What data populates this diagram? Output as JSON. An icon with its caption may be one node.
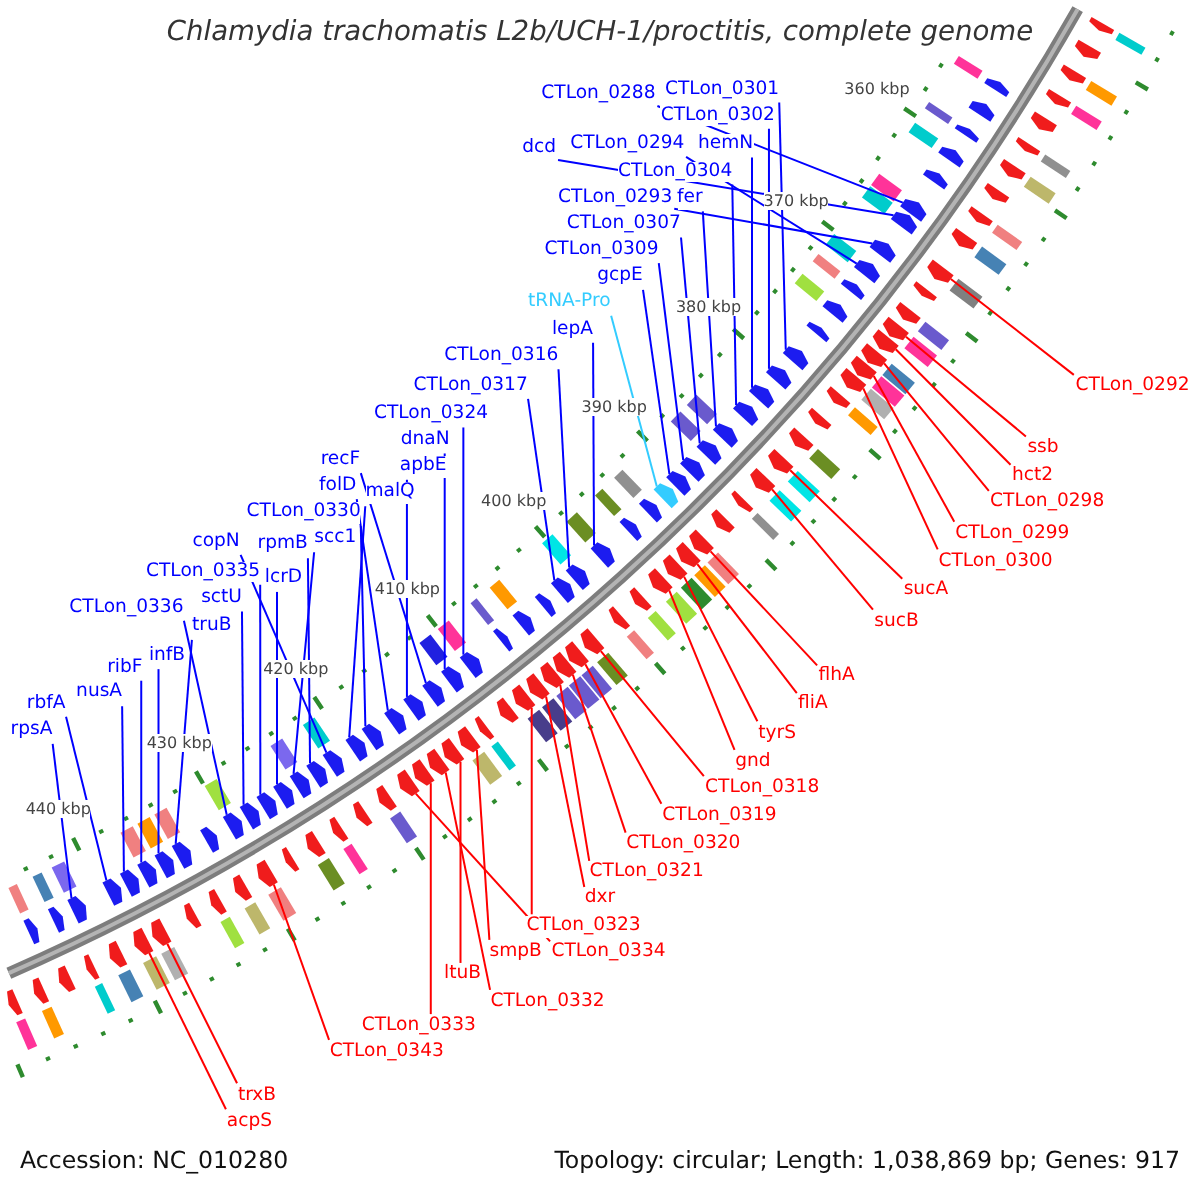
{
  "diagram": {
    "title": "Chlamydia trachomatis L2b/UCH-1/proctitis, complete genome",
    "nodes": [
      {
        "text": [
          "CTLon_0288"
        ]
      },
      {
        "text": [
          "dcd"
        ]
      },
      {
        "text": [
          "CTLon_0293"
        ]
      },
      {
        "text": [
          "CTLon_0294"
        ]
      },
      {
        "text": [
          "CTLon_0301"
        ]
      },
      {
        "text": [
          "fer"
        ]
      },
      {
        "text": [
          "CTLon_0302"
        ]
      },
      {
        "text": [
          "CTLon_0307"
        ]
      },
      {
        "text": [
          "hemN"
        ]
      },
      {
        "text": [
          "CTLon_0309"
        ]
      },
      {
        "text": [
          "CTLon_0304"
        ]
      },
      {
        "text": [
          "gcpE"
        ]
      },
      {
        "text": [
          "tRNA-Pro"
        ]
      },
      {
        "text": [
          "lepA"
        ]
      },
      {
        "text": [
          "CTLon_0316"
        ]
      },
      {
        "text": [
          "folD"
        ]
      },
      {
        "text": [
          "recF"
        ]
      },
      {
        "text": [
          "scc1"
        ]
      },
      {
        "text": [
          "CTLon_0317"
        ]
      },
      {
        "text": [
          "apbE"
        ]
      },
      {
        "text": [
          "lcrD"
        ]
      },
      {
        "text": [
          "CTLon_0324"
        ]
      },
      {
        "text": [
          "rpmB"
        ]
      },
      {
        "text": [
          "dnaN"
        ]
      },
      {
        "text": [
          "CTLon_0335"
        ]
      },
      {
        "text": [
          "sctU"
        ]
      },
      {
        "text": [
          "malQ"
        ]
      },
      {
        "text": [
          "CTLon_0330"
        ]
      },
      {
        "text": [
          "CTLon_0336"
        ]
      },
      {
        "text": [
          "truB"
        ]
      },
      {
        "text": [
          "copN"
        ]
      },
      {
        "text": [
          "infB"
        ]
      },
      {
        "text": [
          "ribF"
        ]
      },
      {
        "text": [
          "rbfA"
        ]
      },
      {
        "text": [
          "nusA"
        ]
      },
      {
        "text": [
          "rpsA"
        ]
      },
      {
        "text": [
          "CTLon_0292"
        ]
      },
      {
        "text": [
          "ssb"
        ]
      },
      {
        "text": [
          "hct2"
        ]
      },
      {
        "text": [
          "CTLon_0298"
        ]
      },
      {
        "text": [
          "CTLon_0299"
        ]
      },
      {
        "text": [
          "CTLon_0300"
        ]
      },
      {
        "text": [
          "sucA"
        ]
      },
      {
        "text": [
          "sucB"
        ]
      },
      {
        "text": [
          "flhA"
        ]
      },
      {
        "text": [
          "fliA"
        ]
      },
      {
        "text": [
          "tyrS"
        ]
      },
      {
        "text": [
          "gnd"
        ]
      },
      {
        "text": [
          "CTLon_0318"
        ]
      },
      {
        "text": [
          "dxr"
        ]
      },
      {
        "text": [
          "CTLon_0323"
        ]
      },
      {
        "text": [
          "CTLon_0319"
        ]
      },
      {
        "text": [
          "CTLon_0320"
        ]
      },
      {
        "text": [
          "smpB"
        ]
      },
      {
        "text": [
          "CTLon_0321"
        ]
      },
      {
        "text": [
          "ltuB"
        ]
      },
      {
        "text": [
          "CTLon_0332"
        ]
      },
      {
        "text": [
          "CTLon_0333"
        ]
      },
      {
        "text": [
          "CTLon_0334"
        ]
      },
      {
        "text": [
          "CTLon_0343"
        ]
      },
      {
        "text": [
          "trxB"
        ]
      },
      {
        "text": [
          "acpS"
        ]
      },
      {
        "text": [],
        "shape": "arrow"
      },
      {
        "text": [],
        "shape": "arrow"
      },
      {
        "text": [],
        "shape": "arrow"
      },
      {
        "text": [],
        "shape": "arrow"
      },
      {
        "text": [],
        "shape": "arrow"
      },
      {
        "text": [],
        "shape": "arrow"
      },
      {
        "text": [],
        "shape": "arrow"
      },
      {
        "text": [],
        "shape": "arrow"
      },
      {
        "text": [],
        "shape": "arrow"
      },
      {
        "text": [],
        "shape": "arrow"
      },
      {
        "text": [],
        "shape": "arrow"
      },
      {
        "text": [],
        "shape": "arrow"
      },
      {
        "text": [],
        "shape": "arrow"
      },
      {
        "text": [],
        "shape": "arrow"
      },
      {
        "text": [],
        "shape": "arrow"
      },
      {
        "text": [],
        "shape": "arrow"
      },
      {
        "text": [],
        "shape": "arrow"
      },
      {
        "text": [],
        "shape": "arrow"
      },
      {
        "text": [],
        "shape": "arrow"
      },
      {
        "text": [],
        "shape": "arrow"
      },
      {
        "text": [],
        "shape": "arrow"
      },
      {
        "text": [],
        "shape": "arrow"
      },
      {
        "text": [],
        "shape": "arrow"
      },
      {
        "text": [],
        "shape": "arrow"
      },
      {
        "text": [],
        "shape": "arrow"
      },
      {
        "text": [],
        "shape": "arrow"
      },
      {
        "text": [],
        "shape": "arrow"
      },
      {
        "text": [],
        "shape": "arrow"
      },
      {
        "text": [],
        "shape": "arrow"
      },
      {
        "text": [],
        "shape": "arrow"
      },
      {
        "text": [],
        "shape": "arrow"
      },
      {
        "text": [],
        "shape": "arrow"
      },
      {
        "text": [],
        "shape": "arrow"
      },
      {
        "text": [],
        "shape": "arrow"
      },
      {
        "text": [],
        "shape": "arrow"
      },
      {
        "text": [],
        "shape": "arrow"
      },
      {
        "text": [],
        "shape": "arrow"
      },
      {
        "text": [],
        "shape": "arrow"
      },
      {
        "text": [],
        "shape": "arrow"
      },
      {
        "text": [],
        "shape": "arrow"
      },
      {
        "text": [],
        "shape": "arrow"
      },
      {
        "text": [],
        "shape": "arrow"
      },
      {
        "text": [],
        "shape": "arrow"
      },
      {
        "text": [],
        "shape": "arrow"
      },
      {
        "text": [],
        "shape": "arrow"
      },
      {
        "text": [],
        "shape": "arrow"
      },
      {
        "text": [],
        "shape": "arrow"
      },
      {
        "text": [],
        "shape": "arrow"
      },
      {
        "text": [],
        "shape": "arrow"
      },
      {
        "text": [],
        "shape": "arrow"
      },
      {
        "text": [],
        "shape": "arrow"
      },
      {
        "text": [],
        "shape": "arrow"
      },
      {
        "text": [],
        "shape": "arrow"
      },
      {
        "text": [],
        "shape": "arrow"
      },
      {
        "text": [],
        "shape": "arrow"
      },
      {
        "text": [],
        "shape": "arrow"
      },
      {
        "text": [],
        "shape": "arrow"
      },
      {
        "text": [],
        "shape": "arrow"
      },
      {
        "text": [],
        "shape": "arrow"
      },
      {
        "text": [],
        "shape": "arrow"
      },
      {
        "text": [],
        "shape": "arrow"
      },
      {
        "text": [],
        "shape": "arrow"
      },
      {
        "text": [],
        "shape": "arrow"
      },
      {
        "text": [],
        "shape": "arrow"
      },
      {
        "text": [],
        "shape": "arrow"
      },
      {
        "text": [],
        "shape": "arrow"
      },
      {
        "text": [],
        "shape": "arrow"
      },
      {
        "text": [],
        "shape": "arrow"
      },
      {
        "text": [],
        "shape": "arrow"
      },
      {
        "text": [],
        "shape": "arrow"
      },
      {
        "text": [],
        "shape": "arrow"
      },
      {
        "text": [],
        "shape": "arrow"
      },
      {
        "text": [],
        "shape": "arrow"
      },
      {
        "text": [],
        "shape": "arrow"
      },
      {
        "text": [],
        "shape": "arrow"
      },
      {
        "text": [],
        "shape": "arrow"
      },
      {
        "text": [],
        "shape": "arrow"
      },
      {
        "text": [],
        "shape": "arrow"
      },
      {
        "text": [],
        "shape": "arrow"
      },
      {
        "text": [],
        "shape": "arrow"
      },
      {
        "text": [],
        "shape": "arrow"
      },
      {
        "text": [],
        "shape": "arrow"
      },
      {
        "text": [],
        "shape": "arrow"
      },
      {
        "text": [],
        "shape": "arrow"
      },
      {
        "text": [],
        "shape": "arrow"
      },
      {
        "text": [],
        "shape": "arrow"
      },
      {
        "text": [],
        "shape": "arrow"
      },
      {
        "text": [],
        "shape": "arrow"
      },
      {
        "text": [],
        "shape": "arrow"
      },
      {
        "text": [],
        "shape": "arrow"
      },
      {
        "text": [],
        "shape": "arrow"
      },
      {
        "text": [],
        "shape": "arrow"
      },
      {
        "text": [],
        "shape": "arrow"
      },
      {
        "text": [],
        "shape": "arrow"
      },
      {
        "text": [],
        "shape": "arrow"
      },
      {
        "text": [],
        "shape": "arrow"
      },
      {
        "text": [],
        "shape": "arrow"
      },
      {
        "text": [],
        "shape": "arrow"
      },
      {
        "text": [],
        "shape": "arrow"
      },
      {
        "text": [],
        "shape": "arrow"
      },
      {
        "text": [],
        "shape": "arrow"
      },
      {
        "text": [],
        "shape": "arrow"
      },
      {
        "text": [],
        "shape": "arrow"
      },
      {
        "text": [],
        "shape": "arrow"
      },
      {
        "text": [],
        "shape": "arrow"
      },
      {
        "text": [],
        "shape": "arrow"
      },
      {
        "text": [],
        "shape": "arrow"
      },
      {
        "text": [],
        "shape": "arrow"
      },
      {
        "text": [],
        "shape": "arrow"
      },
      {
        "text": [],
        "shape": "arrow"
      },
      {
        "text": [],
        "shape": "arrow"
      },
      {
        "text": [],
        "shape": "arrow"
      }
    ],
    "edges": [
      {
        "from": 0,
        "to": 62,
        "arrow": "none"
      },
      {
        "from": 1,
        "to": 63,
        "arrow": "none"
      },
      {
        "from": 2,
        "to": 64,
        "arrow": "none"
      },
      {
        "from": 3,
        "to": 65,
        "arrow": "none"
      },
      {
        "from": 4,
        "to": 66,
        "arrow": "none"
      },
      {
        "from": 5,
        "to": 67,
        "arrow": "none"
      },
      {
        "from": 6,
        "to": 68,
        "arrow": "none"
      },
      {
        "from": 7,
        "to": 69,
        "arrow": "none"
      },
      {
        "from": 8,
        "to": 70,
        "arrow": "none"
      },
      {
        "from": 9,
        "to": 71,
        "arrow": "none"
      },
      {
        "from": 10,
        "to": 72,
        "arrow": "none"
      },
      {
        "from": 11,
        "to": 73,
        "arrow": "none"
      },
      {
        "from": 12,
        "to": 74,
        "arrow": "none",
        "color": "#33ccff"
      },
      {
        "from": 13,
        "to": 75,
        "arrow": "none"
      },
      {
        "from": 14,
        "to": 76,
        "arrow": "none"
      },
      {
        "from": 15,
        "to": 77,
        "arrow": "none"
      },
      {
        "from": 16,
        "to": 78,
        "arrow": "none"
      },
      {
        "from": 17,
        "to": 79,
        "arrow": "none"
      },
      {
        "from": 18,
        "to": 80,
        "arrow": "none"
      },
      {
        "from": 19,
        "to": 81,
        "arrow": "none"
      },
      {
        "from": 20,
        "to": 82,
        "arrow": "none"
      },
      {
        "from": 21,
        "to": 83,
        "arrow": "none"
      },
      {
        "from": 22,
        "to": 84,
        "arrow": "none"
      },
      {
        "from": 23,
        "to": 85,
        "arrow": "none"
      },
      {
        "from": 24,
        "to": 86,
        "arrow": "none"
      },
      {
        "from": 25,
        "to": 87,
        "arrow": "none"
      },
      {
        "from": 26,
        "to": 88,
        "arrow": "none"
      },
      {
        "from": 27,
        "to": 89,
        "arrow": "none"
      },
      {
        "from": 28,
        "to": 90,
        "arrow": "none"
      },
      {
        "from": 29,
        "to": 91,
        "arrow": "none"
      },
      {
        "from": 30,
        "to": 92,
        "arrow": "none"
      },
      {
        "from": 31,
        "to": 93,
        "arrow": "none"
      },
      {
        "from": 32,
        "to": 94,
        "arrow": "none"
      },
      {
        "from": 33,
        "to": 95,
        "arrow": "none"
      },
      {
        "from": 34,
        "to": 96,
        "arrow": "none"
      },
      {
        "from": 35,
        "to": 97,
        "arrow": "none"
      },
      {
        "from": 36,
        "to": 98,
        "arrow": "none",
        "color": "#ff0000"
      },
      {
        "from": 37,
        "to": 99,
        "arrow": "none",
        "color": "#ff0000"
      },
      {
        "from": 38,
        "to": 100,
        "arrow": "none",
        "color": "#ff0000"
      },
      {
        "from": 39,
        "to": 101,
        "arrow": "none",
        "color": "#ff0000"
      },
      {
        "from": 40,
        "to": 102,
        "arrow": "none",
        "color": "#ff0000"
      },
      {
        "from": 41,
        "to": 103,
        "arrow": "none",
        "color": "#ff0000"
      },
      {
        "from": 42,
        "to": 104,
        "arrow": "none",
        "color": "#ff0000"
      },
      {
        "from": 43,
        "to": 105,
        "arrow": "none",
        "color": "#ff0000"
      },
      {
        "from": 44,
        "to": 106,
        "arrow": "none",
        "color": "#ff0000"
      },
      {
        "from": 45,
        "to": 107,
        "arrow": "none",
        "color": "#ff0000"
      },
      {
        "from": 46,
        "to": 108,
        "arrow": "none",
        "color": "#ff0000"
      },
      {
        "from": 47,
        "to": 109,
        "arrow": "none",
        "color": "#ff0000"
      },
      {
        "from": 48,
        "to": 110,
        "arrow": "none",
        "color": "#ff0000"
      },
      {
        "from": 49,
        "to": 111,
        "arrow": "none",
        "color": "#ff0000"
      },
      {
        "from": 50,
        "to": 112,
        "arrow": "none",
        "color": "#ff0000"
      },
      {
        "from": 51,
        "to": 113,
        "arrow": "none",
        "color": "#ff0000"
      },
      {
        "from": 52,
        "to": 114,
        "arrow": "none",
        "color": "#ff0000"
      },
      {
        "from": 53,
        "to": 115,
        "arrow": "none",
        "color": "#ff0000"
      },
      {
        "from": 54,
        "to": 116,
        "arrow": "none",
        "color": "#ff0000"
      },
      {
        "from": 55,
        "to": 117,
        "arrow": "none",
        "color": "#ff0000"
      },
      {
        "from": 56,
        "to": 118,
        "arrow": "none",
        "color": "#ff0000"
      },
      {
        "from": 57,
        "to": 119,
        "arrow": "none",
        "color": "#ff0000"
      },
      {
        "from": 58,
        "to": 120,
        "arrow": "none",
        "color": "#ff0000"
      },
      {
        "from": 59,
        "to": 121,
        "arrow": "none",
        "color": "#ff0000"
      },
      {
        "from": 60,
        "to": 122,
        "arrow": "none",
        "color": "#ff0000"
      },
      {
        "from": 61,
        "to": 123,
        "arrow": "none",
        "color": "#ff0000"
      }
    ],
    "labels": [
      "360 kbp",
      "370 kbp",
      "380 kbp",
      "390 kbp",
      "400 kbp",
      "410 kbp",
      "420 kbp",
      "430 kbp",
      "440 kbp",
      "Accession: NC_010280",
      "Topology: circular; Length: 1,038,869 bp; Genes: 917"
    ]
  }
}
